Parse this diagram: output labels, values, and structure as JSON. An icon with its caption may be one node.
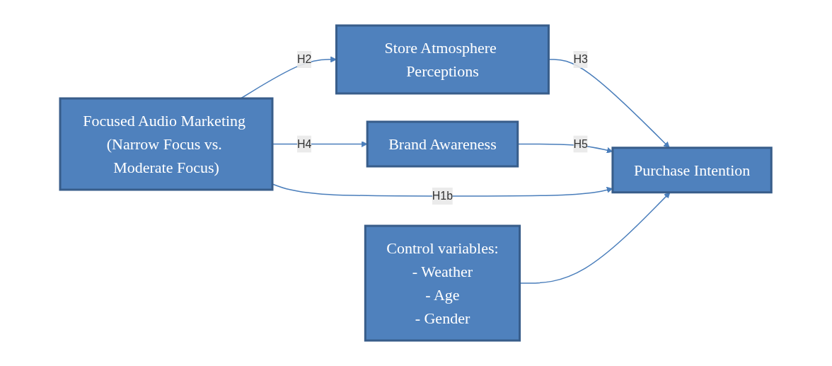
{
  "diagram": {
    "nodes": [
      {
        "text": [
          "Focused Audio Marketing (Narrow Focus vs. Moderate Focus)"
        ]
      },
      {
        "text": [
          "Store Atmosphere Perceptions"
        ]
      },
      {
        "text": [
          "Brand Awareness"
        ]
      },
      {
        "text": [
          "Purchase Intention"
        ]
      },
      {
        "text": [
          "Control variables:",
          "- Weather",
          "- Age",
          "- Gender"
        ]
      }
    ],
    "edges": [
      {
        "from": 0,
        "to": 1,
        "arrow": "to",
        "label": "H2"
      },
      {
        "from": 0,
        "to": 2,
        "arrow": "to",
        "label": "H4"
      },
      {
        "from": 1,
        "to": 3,
        "arrow": "to",
        "label": "H3"
      },
      {
        "from": 2,
        "to": 3,
        "arrow": "to",
        "label": "H5"
      },
      {
        "from": 0,
        "to": 3,
        "arrow": "to",
        "label": "H1b"
      },
      {
        "from": 4,
        "to": 3,
        "arrow": "to"
      }
    ]
  }
}
